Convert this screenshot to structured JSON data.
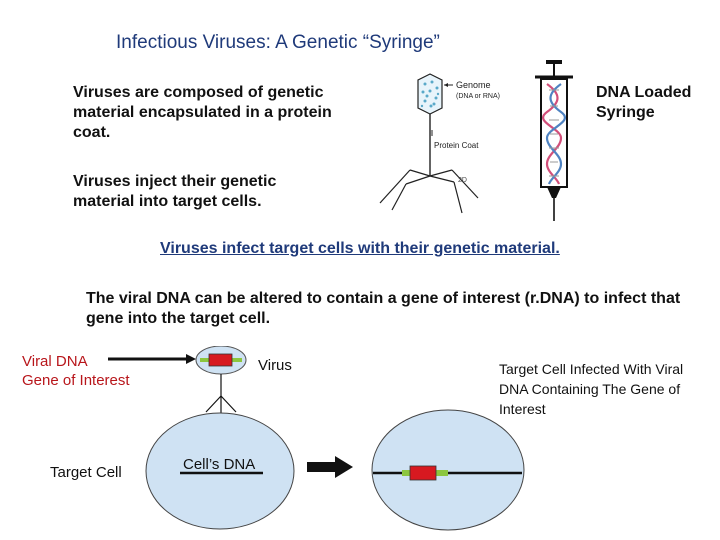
{
  "title": "Infectious Viruses: A Genetic “Syringe”",
  "text1": "Viruses are composed of genetic material encapsulated in a protein coat.",
  "text2": "Viruses inject their genetic material into target cells.",
  "syringe_label": "DNA Loaded Syringe",
  "phage_labels": {
    "genome": "Genome",
    "genome_sub": "(DNA or RNA)",
    "protein_coat": "Protein Coat",
    "mark": "2D"
  },
  "center_statement": "Viruses infect target cells with their genetic material.",
  "text3": "The viral DNA can be altered to contain a gene of interest (r.DNA) to infect that gene into the target cell.",
  "viral_dna": "Viral DNA",
  "gene_of_interest": "Gene of Interest",
  "virus_label": "Virus",
  "infected_label": "Target Cell Infected With Viral DNA Containing The Gene of Interest",
  "target_cell_label": "Target Cell",
  "cells_dna_label": "Cell’s DNA",
  "colors": {
    "title_blue": "#1f3a7a",
    "gene_red": "#d71920",
    "viral_green": "#8cc63f",
    "cell_fill": "#cfe2f3",
    "viral_label_red": "#b8161b"
  }
}
